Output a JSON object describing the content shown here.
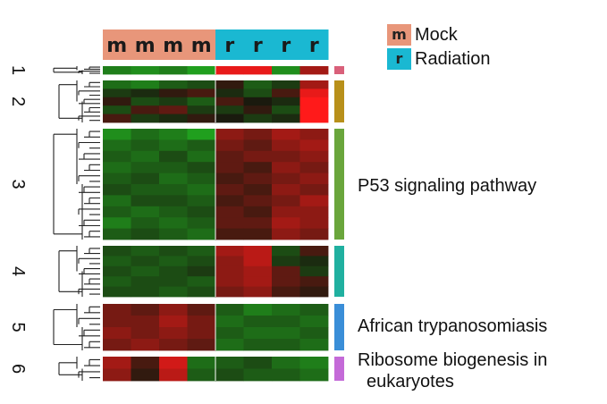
{
  "chart_data": {
    "type": "heatmap",
    "columns": [
      "m",
      "m",
      "m",
      "m",
      "r",
      "r",
      "r",
      "r"
    ],
    "column_groups": [
      {
        "letter": "m",
        "label": "Mock",
        "color": "#e8967a"
      },
      {
        "letter": "r",
        "label": "Radiation",
        "color": "#1ab8d2"
      }
    ],
    "colormap": {
      "low": "#22c022",
      "mid": "#1a1a0e",
      "high": "#ff1a1a"
    },
    "clusters": [
      {
        "id": "1",
        "color": "#d9607a",
        "rows": [
          [
            -0.6,
            -0.7,
            -0.6,
            -0.8,
            0.9,
            0.9,
            -0.7,
            0.6
          ]
        ]
      },
      {
        "id": "2",
        "color": "#b8901a",
        "rows": [
          [
            -0.5,
            -0.6,
            -0.4,
            -0.3,
            0.1,
            -0.4,
            -0.2,
            0.6
          ],
          [
            -0.2,
            -0.1,
            0.1,
            0.2,
            -0.1,
            -0.3,
            0.2,
            0.9
          ],
          [
            0.1,
            -0.3,
            -0.2,
            -0.4,
            0.2,
            0.0,
            -0.1,
            1.0
          ],
          [
            -0.3,
            0.2,
            0.3,
            -0.2,
            -0.2,
            0.1,
            -0.3,
            1.0
          ],
          [
            0.2,
            -0.2,
            -0.1,
            0.1,
            0.0,
            -0.2,
            -0.1,
            1.0
          ]
        ]
      },
      {
        "id": "3",
        "color": "#6aa63c",
        "rows": [
          [
            -0.7,
            -0.5,
            -0.6,
            -0.8,
            0.5,
            0.4,
            0.6,
            0.5
          ],
          [
            -0.5,
            -0.4,
            -0.5,
            -0.4,
            0.4,
            0.3,
            0.5,
            0.6
          ],
          [
            -0.4,
            -0.5,
            -0.3,
            -0.5,
            0.3,
            0.4,
            0.4,
            0.5
          ],
          [
            -0.5,
            -0.4,
            -0.4,
            -0.3,
            0.3,
            0.2,
            0.5,
            0.4
          ],
          [
            -0.4,
            -0.3,
            -0.5,
            -0.4,
            0.2,
            0.3,
            0.4,
            0.5
          ],
          [
            -0.3,
            -0.4,
            -0.4,
            -0.5,
            0.3,
            0.2,
            0.5,
            0.4
          ],
          [
            -0.5,
            -0.3,
            -0.3,
            -0.4,
            0.2,
            0.3,
            0.4,
            0.6
          ],
          [
            -0.4,
            -0.5,
            -0.4,
            -0.3,
            0.3,
            0.2,
            0.5,
            0.5
          ],
          [
            -0.6,
            -0.4,
            -0.5,
            -0.4,
            0.3,
            0.3,
            0.6,
            0.5
          ],
          [
            -0.4,
            -0.3,
            -0.4,
            -0.5,
            0.2,
            0.2,
            0.5,
            0.4
          ]
        ]
      },
      {
        "id": "4",
        "color": "#20b0a0",
        "rows": [
          [
            -0.3,
            -0.4,
            -0.3,
            -0.4,
            0.6,
            0.7,
            -0.3,
            0.2
          ],
          [
            -0.4,
            -0.3,
            -0.4,
            -0.3,
            0.5,
            0.7,
            -0.2,
            -0.1
          ],
          [
            -0.3,
            -0.4,
            -0.3,
            -0.2,
            0.5,
            0.6,
            0.3,
            -0.2
          ],
          [
            -0.4,
            -0.3,
            -0.3,
            -0.4,
            0.5,
            0.6,
            0.3,
            0.2
          ],
          [
            -0.3,
            -0.3,
            -0.4,
            -0.3,
            0.4,
            0.5,
            0.2,
            0.1
          ]
        ]
      },
      {
        "id": "5",
        "color": "#3a8ed8",
        "rows": [
          [
            0.4,
            0.3,
            0.5,
            0.3,
            -0.4,
            -0.6,
            -0.5,
            -0.4
          ],
          [
            0.4,
            0.4,
            0.6,
            0.4,
            -0.5,
            -0.4,
            -0.4,
            -0.5
          ],
          [
            0.5,
            0.4,
            0.5,
            0.4,
            -0.4,
            -0.5,
            -0.5,
            -0.4
          ],
          [
            0.4,
            0.5,
            0.4,
            0.3,
            -0.5,
            -0.4,
            -0.4,
            -0.5
          ]
        ]
      },
      {
        "id": "6",
        "color": "#c46ad8",
        "rows": [
          [
            0.6,
            0.2,
            0.8,
            -0.5,
            -0.4,
            -0.3,
            -0.5,
            -0.6
          ],
          [
            0.5,
            0.1,
            0.7,
            -0.4,
            -0.3,
            -0.4,
            -0.4,
            -0.5
          ]
        ]
      }
    ],
    "annotations": [
      {
        "cluster": "3",
        "lines": [
          "P53 signaling pathway"
        ]
      },
      {
        "cluster": "5",
        "lines": [
          "African trypanosomiasis"
        ]
      },
      {
        "cluster": "6",
        "lines": [
          "Ribosome biogenesis in",
          "eukaryotes"
        ]
      }
    ]
  }
}
